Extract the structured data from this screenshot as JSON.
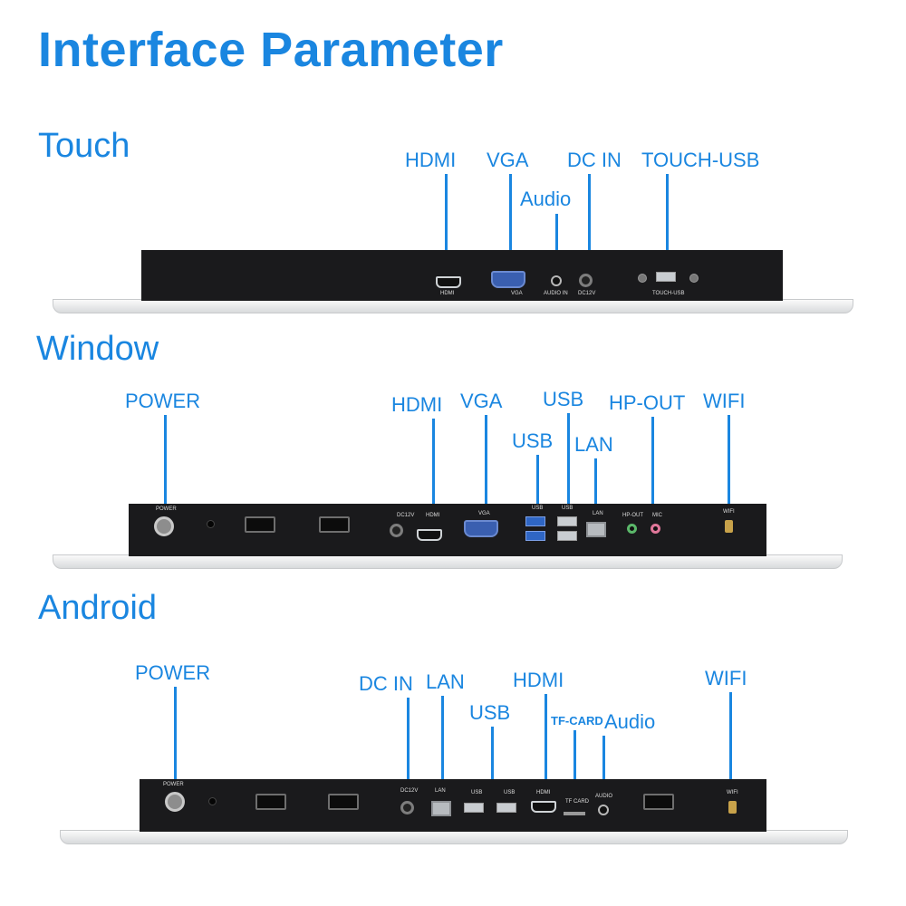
{
  "title": "Interface Parameter",
  "sections": {
    "touch": {
      "heading": "Touch",
      "labels": {
        "hdmi": "HDMI",
        "vga": "VGA",
        "audio": "Audio",
        "dc_in": "DC IN",
        "touch_usb": "TOUCH-USB"
      },
      "port_text": {
        "hdmi": "HDMI",
        "vga": "VGA",
        "audio": "AUDIO IN",
        "dc": "DC12V",
        "touch_usb": "TOUCH-USB"
      }
    },
    "window": {
      "heading": "Window",
      "labels": {
        "power": "POWER",
        "hdmi": "HDMI",
        "vga": "VGA",
        "usb_a": "USB",
        "usb_b": "USB",
        "lan": "LAN",
        "hp_out": "HP-OUT",
        "wifi": "WIFI"
      },
      "port_text": {
        "power": "POWER",
        "dc": "DC12V",
        "hdmi": "HDMI",
        "vga": "VGA",
        "usb_a": "USB",
        "usb_b": "USB",
        "lan": "LAN",
        "hp_out": "HP-OUT",
        "mic": "MIC",
        "wifi": "WIFI"
      }
    },
    "android": {
      "heading": "Android",
      "labels": {
        "power": "POWER",
        "dc_in": "DC IN",
        "lan": "LAN",
        "hdmi": "HDMI",
        "usb": "USB",
        "tf_card": "TF-CARD",
        "audio": "Audio",
        "wifi": "WIFI"
      },
      "port_text": {
        "power": "POWER",
        "dc": "DC12V",
        "lan": "LAN",
        "usb_a": "USB",
        "usb_b": "USB",
        "hdmi": "HDMI",
        "tf_card": "TF CARD",
        "audio": "AUDIO",
        "wifi": "WIFI"
      }
    }
  },
  "colors": {
    "accent": "#1a86e0",
    "panel": "#1a1a1c"
  }
}
